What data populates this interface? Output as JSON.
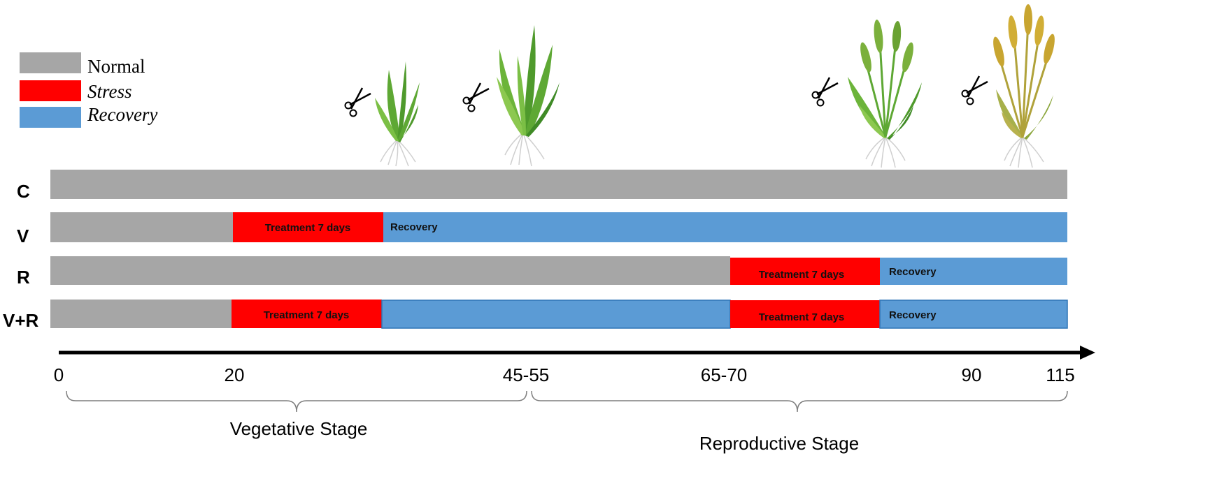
{
  "legend": [
    {
      "label": "Normal",
      "color": "#a6a6a6",
      "italic": false
    },
    {
      "label": "Stress",
      "color": "#ff0000",
      "italic": true
    },
    {
      "label": "Recovery",
      "color": "#5b9bd5",
      "italic": true
    }
  ],
  "rows": [
    {
      "label": "C",
      "segments": [
        {
          "type": "normal",
          "label": ""
        }
      ]
    },
    {
      "label": "V",
      "segments": [
        {
          "type": "normal",
          "label": ""
        },
        {
          "type": "stress",
          "label": "Treatment 7 days"
        },
        {
          "type": "recovery",
          "label": "Recovery"
        }
      ]
    },
    {
      "label": "R",
      "segments": [
        {
          "type": "normal",
          "label": ""
        },
        {
          "type": "stress",
          "label": "Treatment 7 days"
        },
        {
          "type": "recovery",
          "label": "Recovery"
        }
      ]
    },
    {
      "label": "V+R",
      "segments": [
        {
          "type": "normal",
          "label": ""
        },
        {
          "type": "stress",
          "label": "Treatment 7 days"
        },
        {
          "type": "recovery",
          "label": ""
        },
        {
          "type": "stress",
          "label": "Treatment 7 days"
        },
        {
          "type": "recovery",
          "label": "Recovery"
        }
      ]
    }
  ],
  "axis": {
    "ticks": [
      "0",
      "20",
      "45-55",
      "65-70",
      "90",
      "115"
    ]
  },
  "stages": [
    {
      "label": "Vegetative Stage"
    },
    {
      "label": "Reproductive Stage"
    }
  ],
  "icons": [
    "scissors-icon",
    "young-plant-icon",
    "tall-plant-icon",
    "flowering-plant-icon",
    "mature-plant-icon"
  ],
  "colors": {
    "normal": "#a6a6a6",
    "stress": "#ff0000",
    "recovery": "#5b9bd5",
    "leaf": "#5ea834",
    "leaf_dark": "#3f8a26",
    "grain_green": "#7bb03c",
    "grain_gold": "#c8a530",
    "root": "#cfcfcf"
  }
}
